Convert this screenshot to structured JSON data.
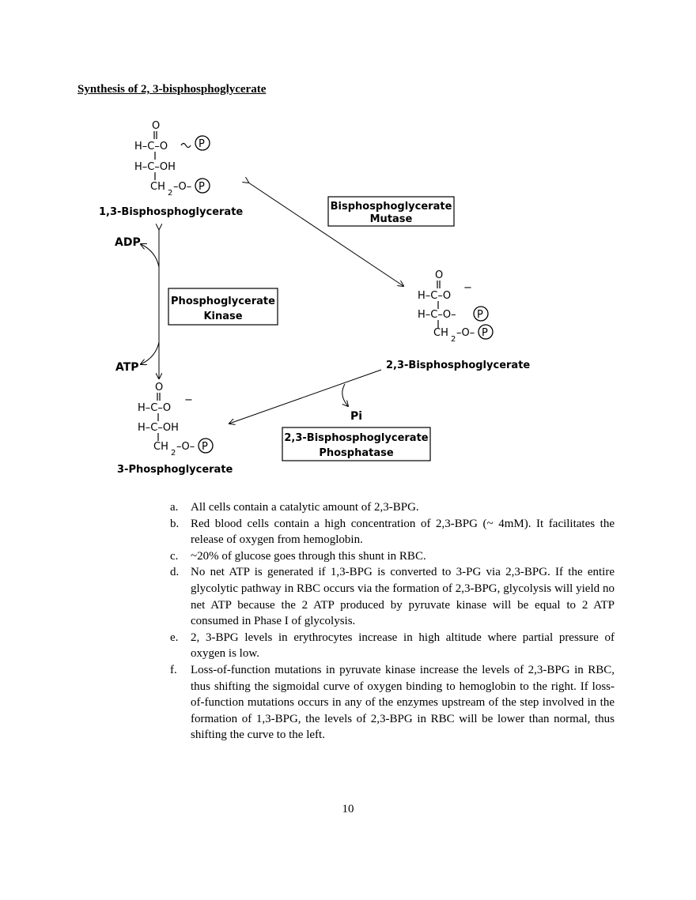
{
  "heading": "Synthesis of 2, 3-bisphosphoglycerate",
  "diagram": {
    "molecules": {
      "bpg13": {
        "name": "1,3-Bisphosphoglycerate",
        "l0": "O",
        "l1": "H–C–O",
        "l2": "H–C–OH",
        "l3a": "CH",
        "l3s": "2",
        "l3b": "–O–",
        "p": "P"
      },
      "bpg23": {
        "name": "2,3-Bisphosphoglycerate",
        "l0": "O",
        "l1": "H–C–O",
        "charge": "−",
        "l2": "H–C–O–",
        "l3a": "CH",
        "l3s": "2",
        "l3b": "–O–",
        "p": "P"
      },
      "pg3": {
        "name": "3-Phosphoglycerate",
        "l0": "O",
        "l1": "H–C–O",
        "charge": "−",
        "l2": "H–C–OH",
        "l3a": "CH",
        "l3s": "2",
        "l3b": "–O–",
        "p": "P"
      }
    },
    "enzymes": {
      "mutase": {
        "line1": "Bisphosphoglycerate",
        "line2": "Mutase"
      },
      "kinase": {
        "line1": "Phosphoglycerate",
        "line2": "Kinase"
      },
      "phosphatase": {
        "line1": "2,3-Bisphosphoglycerate",
        "line2": "Phosphatase"
      }
    },
    "cofactors": {
      "adp": "ADP",
      "atp": "ATP",
      "pi": "Pi"
    }
  },
  "notes": [
    {
      "marker": "a.",
      "text": "All cells contain a catalytic amount of 2,3-BPG."
    },
    {
      "marker": "b.",
      "text": "Red blood cells contain a high concentration of 2,3-BPG (~ 4mM). It facilitates the release of oxygen from hemoglobin."
    },
    {
      "marker": "c.",
      "text": "~20% of glucose goes through this shunt in RBC."
    },
    {
      "marker": "d.",
      "text": "No net ATP is generated if 1,3-BPG is converted to 3-PG via 2,3-BPG. If the entire glycolytic pathway in RBC occurs via the formation of 2,3-BPG, glycolysis will yield no net ATP because the 2 ATP produced by pyruvate kinase will be equal to 2 ATP consumed in Phase I of glycolysis."
    },
    {
      "marker": "e.",
      "text": "2, 3-BPG levels in erythrocytes increase in high altitude where partial pressure of oxygen is low."
    },
    {
      "marker": "f.",
      "text": "Loss-of-function mutations in pyruvate kinase increase the levels of 2,3-BPG in RBC, thus shifting the sigmoidal curve of oxygen binding to hemoglobin to the right. If loss-of-function mutations occurs in any of the enzymes upstream of the step involved in the formation of 1,3-BPG, the levels of 2,3-BPG in RBC will be lower than normal, thus shifting the curve to the left."
    }
  ],
  "page_number": "10"
}
